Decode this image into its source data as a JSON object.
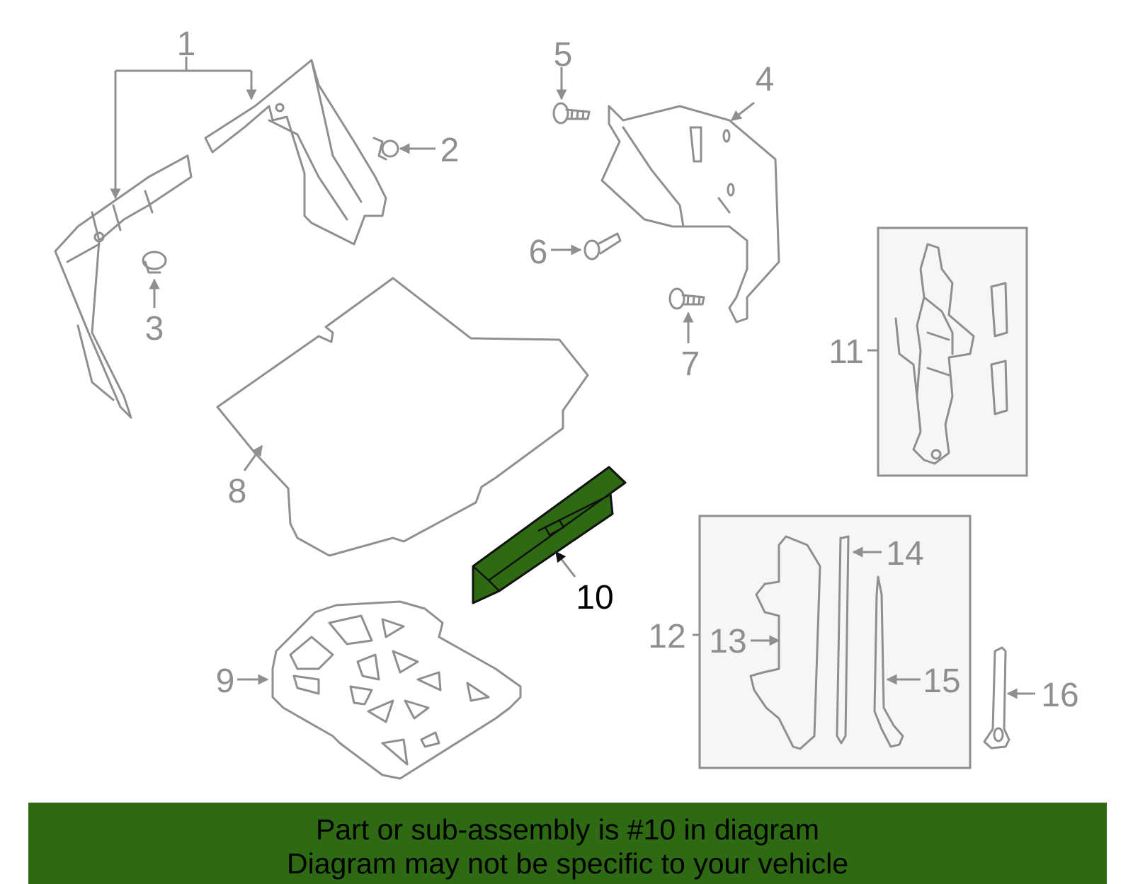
{
  "diagram": {
    "labels": {
      "l1": "1",
      "l2": "2",
      "l3": "3",
      "l4": "4",
      "l5": "5",
      "l6": "6",
      "l7": "7",
      "l8": "8",
      "l9": "9",
      "l10": "10",
      "l11": "11",
      "l12": "12",
      "l13": "13",
      "l14": "14",
      "l15": "15",
      "l16": "16"
    },
    "highlighted_part": "10",
    "colors": {
      "highlight": "#2d6a13",
      "parts": "#8f8f8f",
      "box_fill": "#f6f6f6"
    }
  },
  "banner": {
    "line1": "Part or sub-assembly is #10 in diagram",
    "line2": "Diagram may not be specific to your vehicle"
  }
}
